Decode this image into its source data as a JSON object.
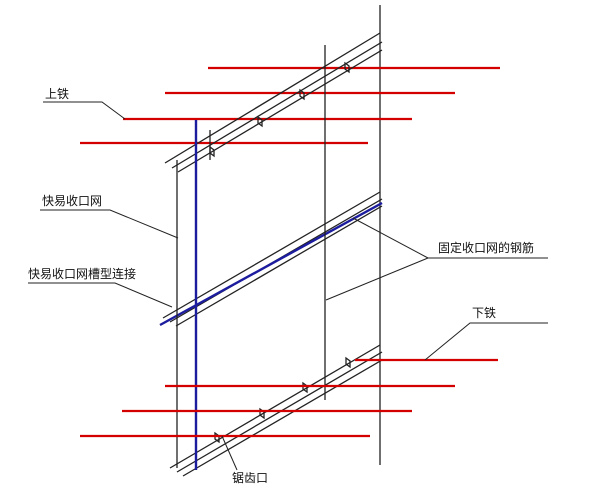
{
  "labels": {
    "top_rebar": "上铁",
    "quick_mesh": "快易收口网",
    "mesh_groove_connection": "快易收口网槽型连接",
    "fixing_rebar": "固定收口网的钢筋",
    "bottom_rebar": "下铁",
    "sawtooth_opening": "锯齿口"
  },
  "colors": {
    "rebar": "#d40000",
    "vertical_rebar": "#1c1c9e",
    "line": "#222222"
  }
}
